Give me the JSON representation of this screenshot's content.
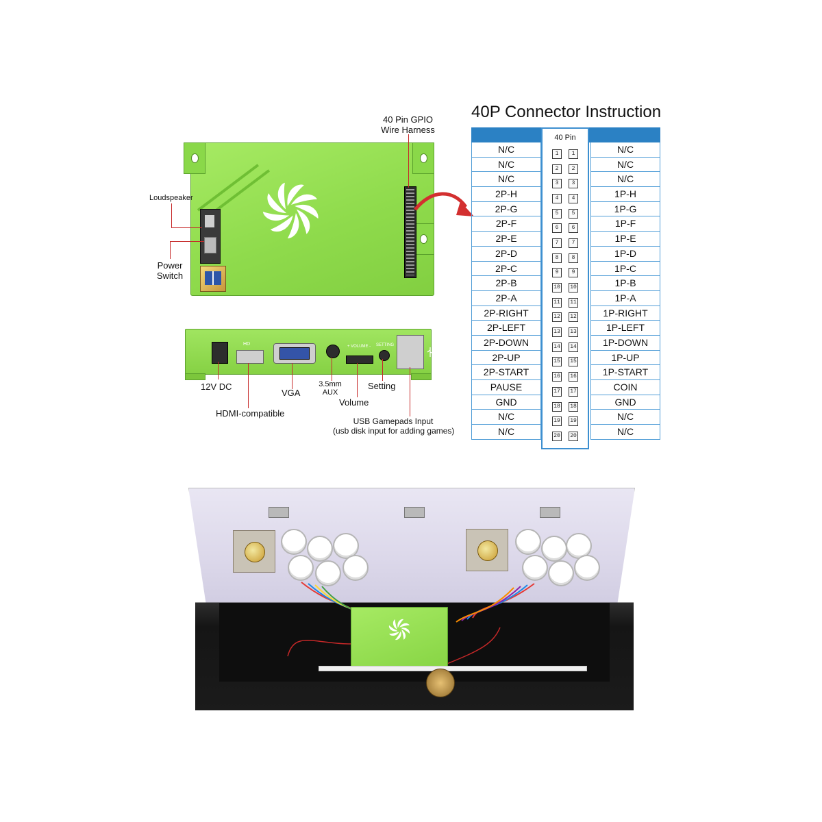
{
  "title": "40P Connector Instruction",
  "pin_header": "40 Pin",
  "callouts": {
    "gpio": [
      "40 Pin GPIO",
      "Wire Harness"
    ],
    "loudspeaker": "Loudspeaker",
    "power_switch": [
      "Power",
      "Switch"
    ],
    "dc": "12V DC",
    "hdmi": "HDMI-compatible",
    "vga": "VGA",
    "aux": [
      "3.5mm",
      "AUX"
    ],
    "volume": "Volume",
    "setting": "Setting",
    "usb": [
      "USB Gamepads Input",
      "(usb disk input for adding games)"
    ]
  },
  "board_silk": {
    "hd": "HD",
    "volume": "+ VOLUME -",
    "setting": "SETTING"
  },
  "rows": [
    {
      "left": "N/C",
      "pin": "1",
      "right": "N/C"
    },
    {
      "left": "N/C",
      "pin": "2",
      "right": "N/C"
    },
    {
      "left": "N/C",
      "pin": "3",
      "right": "N/C"
    },
    {
      "left": "2P-H",
      "pin": "4",
      "right": "1P-H"
    },
    {
      "left": "2P-G",
      "pin": "5",
      "right": "1P-G"
    },
    {
      "left": "2P-F",
      "pin": "6",
      "right": "1P-F"
    },
    {
      "left": "2P-E",
      "pin": "7",
      "right": "1P-E"
    },
    {
      "left": "2P-D",
      "pin": "8",
      "right": "1P-D"
    },
    {
      "left": "2P-C",
      "pin": "9",
      "right": "1P-C"
    },
    {
      "left": "2P-B",
      "pin": "10",
      "right": "1P-B"
    },
    {
      "left": "2P-A",
      "pin": "11",
      "right": "1P-A"
    },
    {
      "left": "2P-RIGHT",
      "pin": "12",
      "right": "1P-RIGHT"
    },
    {
      "left": "2P-LEFT",
      "pin": "13",
      "right": "1P-LEFT"
    },
    {
      "left": "2P-DOWN",
      "pin": "14",
      "right": "1P-DOWN"
    },
    {
      "left": "2P-UP",
      "pin": "15",
      "right": "1P-UP"
    },
    {
      "left": "2P-START",
      "pin": "16",
      "right": "1P-START"
    },
    {
      "left": "PAUSE",
      "pin": "17",
      "right": "COIN"
    },
    {
      "left": "GND",
      "pin": "18",
      "right": "GND"
    },
    {
      "left": "N/C",
      "pin": "19",
      "right": "N/C"
    },
    {
      "left": "N/C",
      "pin": "20",
      "right": "N/C"
    }
  ],
  "colors": {
    "board_green": "#8fdb4c",
    "table_blue": "#2b81c4",
    "arrow_red": "#d32f2f",
    "leader_red": "#c62828"
  }
}
